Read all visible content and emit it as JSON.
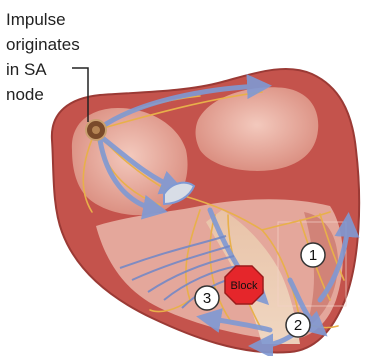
{
  "callout": {
    "lines": [
      "Impulse",
      "originates",
      "in SA",
      "node"
    ]
  },
  "block": {
    "label": "Block",
    "color": "#e5262b"
  },
  "markers": [
    {
      "label": "1"
    },
    {
      "label": "2"
    },
    {
      "label": "3"
    }
  ],
  "colors": {
    "muscle": "#c4534c",
    "muscle_dark": "#9b3a35",
    "chamber": "#e4a79b",
    "chamber_light": "#f0c2b5",
    "nerve": "#e8b04a",
    "arrow": "#7f99d4",
    "node": "#7a4a2a"
  }
}
